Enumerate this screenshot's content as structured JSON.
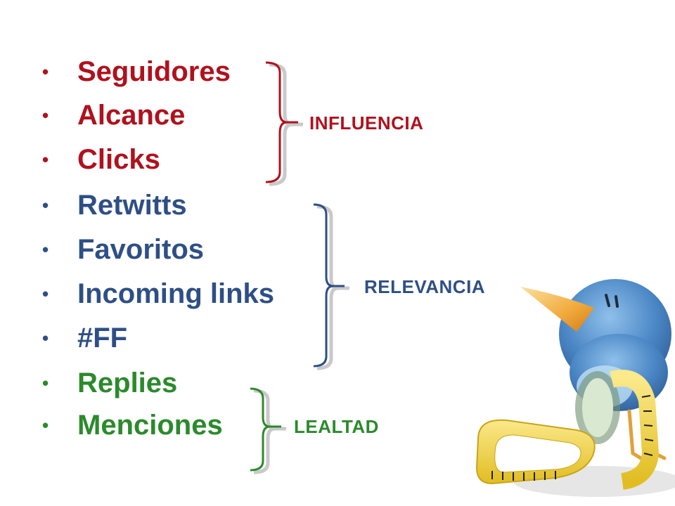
{
  "groups": {
    "influencia": {
      "label": "INFLUENCIA",
      "color": "#b0111d",
      "items": [
        "Seguidores",
        "Alcance",
        "Clicks"
      ]
    },
    "relevancia": {
      "label": "RELEVANCIA",
      "color": "#2e4f86",
      "items": [
        "Retwitts",
        "Favoritos",
        "Incoming links",
        "#FF"
      ]
    },
    "lealtad": {
      "label": "LEALTAD",
      "color": "#2b8a2b",
      "items": [
        "Replies",
        "Menciones"
      ]
    }
  },
  "bullet_glyph": "•",
  "illustration": {
    "icon": "twitter-bird-with-measuring-tape-icon",
    "bird_color": "#4a86c5",
    "beak_color": "#f2a93b",
    "tape_color": "#f2d43a"
  }
}
